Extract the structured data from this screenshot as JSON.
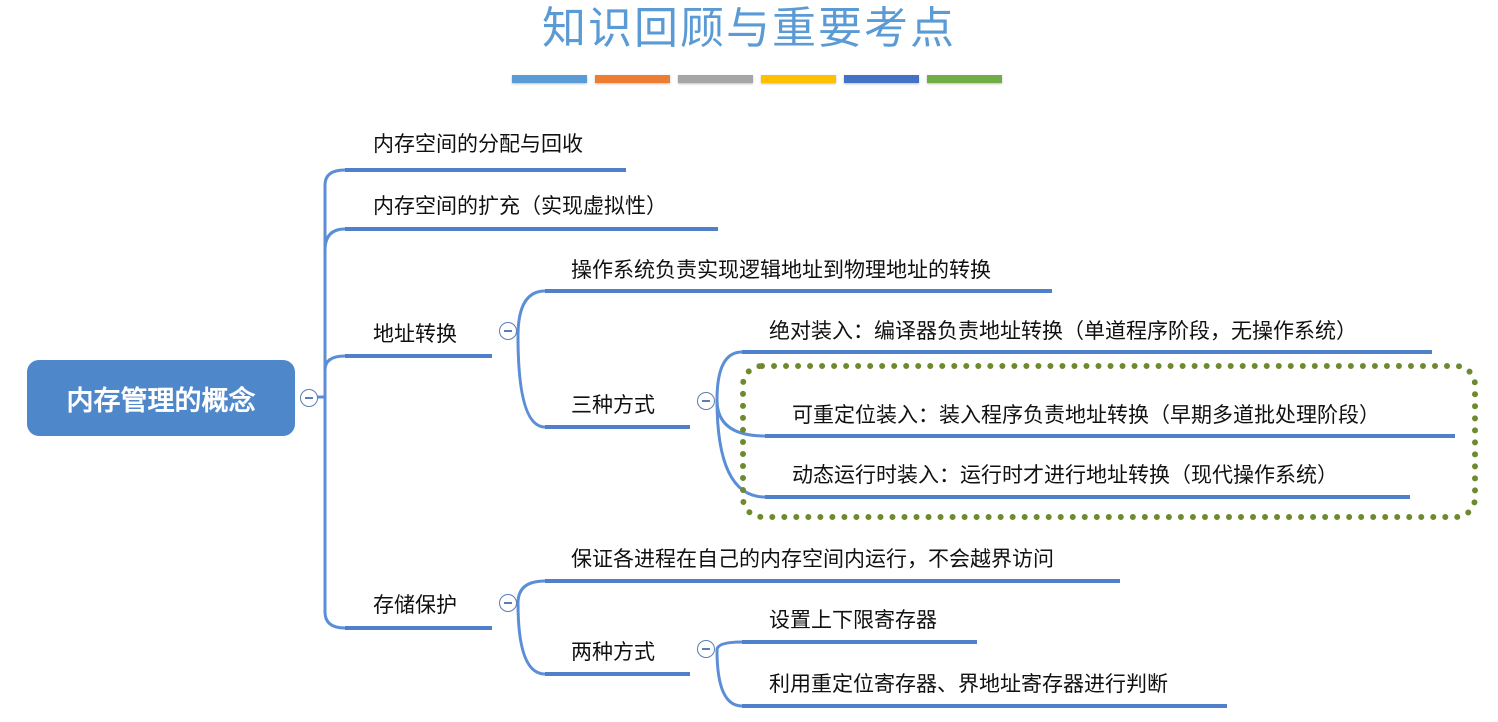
{
  "title": "知识回顾与重要考点",
  "color_bar": [
    "#5b9bd5",
    "#ed7d31",
    "#a5a5a5",
    "#ffc000",
    "#4472c4",
    "#70ad47"
  ],
  "root": "内存管理的概念",
  "branches": {
    "alloc": "内存空间的分配与回收",
    "expand": "内存空间的扩充（实现虚拟性）",
    "addr": {
      "label": "地址转换",
      "desc": "操作系统负责实现逻辑地址到物理地址的转换",
      "modes": {
        "label": "三种方式",
        "absolute": "绝对装入：编译器负责地址转换（单道程序阶段，无操作系统）",
        "relocatable": "可重定位装入：装入程序负责地址转换（早期多道批处理阶段）",
        "dynamic": "动态运行时装入：运行时才进行地址转换（现代操作系统）"
      }
    },
    "protect": {
      "label": "存储保护",
      "desc": "保证各进程在自己的内存空间内运行，不会越界访问",
      "modes": {
        "label": "两种方式",
        "limits": "设置上下限寄存器",
        "reloc": "利用重定位寄存器、界地址寄存器进行判断"
      }
    }
  },
  "colors": {
    "accent": "#4f87cb",
    "line": "#5b8ed6",
    "highlight": "#6e8a2e"
  }
}
